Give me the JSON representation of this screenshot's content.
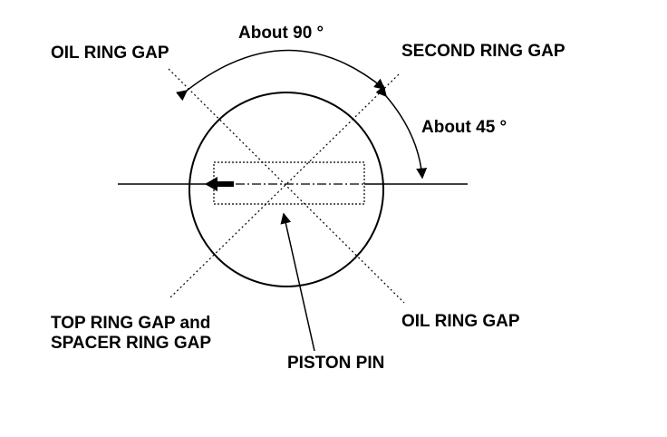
{
  "labels": {
    "angle_90": "About 90 °",
    "angle_45": "About 45 °",
    "oil_ring_gap_top": "OIL RING GAP",
    "second_ring_gap": "SECOND RING GAP",
    "top_ring_gap_line1": "TOP RING GAP and",
    "top_ring_gap_line2": "SPACER RING GAP",
    "oil_ring_gap_bottom": "OIL RING GAP",
    "piston_pin": "PISTON PIN"
  },
  "colors": {
    "ink": "#000000",
    "background": "#ffffff"
  }
}
